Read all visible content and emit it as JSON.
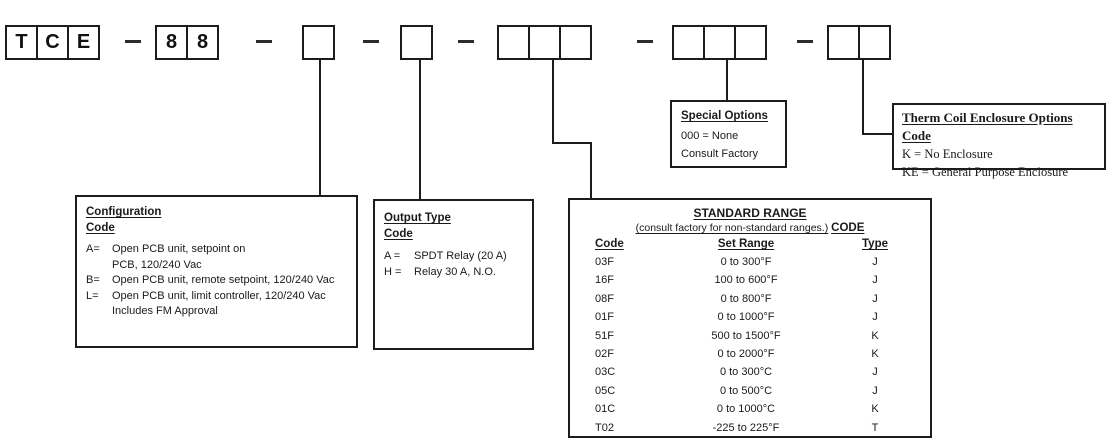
{
  "part_number": {
    "groups": [
      {
        "name": "series",
        "cells": [
          "T",
          "C",
          "E"
        ]
      },
      {
        "name": "model",
        "cells": [
          "8",
          "8"
        ]
      },
      {
        "name": "configuration",
        "cells": [
          ""
        ]
      },
      {
        "name": "output-type",
        "cells": [
          ""
        ]
      },
      {
        "name": "range-code",
        "cells": [
          "",
          "",
          ""
        ]
      },
      {
        "name": "special-options",
        "cells": [
          "",
          "",
          ""
        ]
      },
      {
        "name": "enclosure",
        "cells": [
          "",
          ""
        ]
      }
    ]
  },
  "configuration": {
    "title": "Configuration",
    "subtitle": "Code",
    "items": [
      {
        "code": "A=",
        "line1": "Open PCB unit, setpoint on",
        "line2": "PCB, 120/240 Vac"
      },
      {
        "code": "B=",
        "line1": "Open PCB unit, remote setpoint, 120/240 Vac",
        "line2": ""
      },
      {
        "code": "L=",
        "line1": "Open PCB unit, limit controller, 120/240 Vac",
        "line2": "Includes FM Approval"
      }
    ]
  },
  "output_type": {
    "title": "Output Type",
    "subtitle": "Code",
    "items": [
      {
        "code": "A =",
        "label": "SPDT Relay (20 A)"
      },
      {
        "code": "H =",
        "label": "Relay 30 A, N.O."
      }
    ]
  },
  "special_options": {
    "title": "Special Options",
    "lines": [
      "000 = None",
      "Consult Factory"
    ]
  },
  "enclosure_options": {
    "title": "Therm Coil Enclosure Options Code",
    "lines": [
      "K = No Enclosure",
      "KE = General Purpose Enclosure"
    ]
  },
  "standard_range": {
    "title": "STANDARD RANGE",
    "subtitle": "(consult factory for non-standard ranges.)",
    "subtitle_suffix": "CODE",
    "headers": {
      "code": "Code",
      "set_range": "Set Range",
      "type": "Type"
    },
    "rows": [
      {
        "code": "03F",
        "set_range": "0 to 300°F",
        "type": "J"
      },
      {
        "code": "16F",
        "set_range": "100 to 600°F",
        "type": "J"
      },
      {
        "code": "08F",
        "set_range": "0 to 800°F",
        "type": "J"
      },
      {
        "code": "01F",
        "set_range": "0 to 1000°F",
        "type": "J"
      },
      {
        "code": "51F",
        "set_range": "500 to 1500°F",
        "type": "K"
      },
      {
        "code": "02F",
        "set_range": "0 to 2000°F",
        "type": "K"
      },
      {
        "code": "03C",
        "set_range": "0 to 300°C",
        "type": "J"
      },
      {
        "code": "05C",
        "set_range": "0 to 500°C",
        "type": "J"
      },
      {
        "code": "01C",
        "set_range": "0 to 1000°C",
        "type": "K"
      },
      {
        "code": "T02",
        "set_range": "-225 to 225°F",
        "type": "T"
      }
    ]
  }
}
